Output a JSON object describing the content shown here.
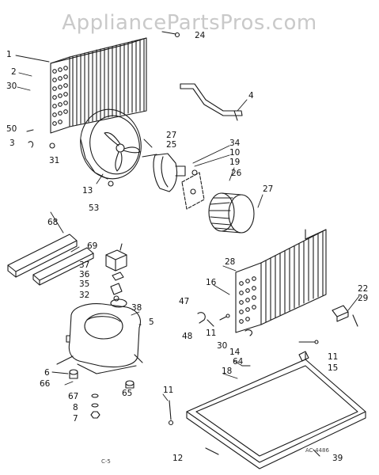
{
  "watermark": "AppliancePartsPros.com",
  "labels": {
    "l1": "1",
    "l2": "2",
    "l3": "3",
    "l4": "4",
    "l5": "5",
    "l6": "6",
    "l7": "7",
    "l8": "8",
    "l10": "10",
    "l11a": "11",
    "l11b": "11",
    "l11c": "11",
    "l12": "12",
    "l13": "13",
    "l14": "14",
    "l15": "15",
    "l16": "16",
    "l18": "18",
    "l19": "19",
    "l22": "22",
    "l24": "24",
    "l25": "25",
    "l26": "26",
    "l27a": "27",
    "l27b": "27",
    "l28": "28",
    "l29": "29",
    "l30a": "30",
    "l30b": "30",
    "l31": "31",
    "l32": "32",
    "l34": "34",
    "l35": "35",
    "l36": "36",
    "l37": "37",
    "l38": "38",
    "l39": "39",
    "l47": "47",
    "l48": "48",
    "l50": "50",
    "l53": "53",
    "l64": "64",
    "l65": "65",
    "l66": "66",
    "l67": "67",
    "l68": "68",
    "l69": "69"
  },
  "page_code": "C-5",
  "drawing_code": "AC-4486"
}
